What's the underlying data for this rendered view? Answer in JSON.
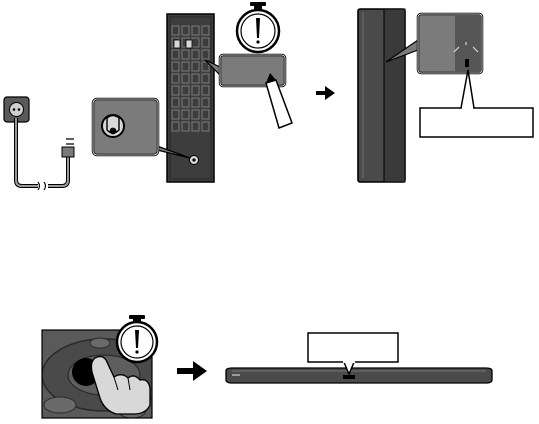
{
  "figure": {
    "steps": [
      {
        "id": "subwoofer-pairing",
        "components": [
          "power-outlet",
          "power-cable",
          "subwoofer-rear-panel",
          "id-set-button-callout",
          "pen-tip",
          "timer",
          "status-led-callout",
          "empty-label-box"
        ]
      },
      {
        "id": "soundbar-pairing",
        "components": [
          "remote-control",
          "finger-press",
          "timer",
          "soundbar",
          "soundbar-display",
          "empty-label-box"
        ]
      }
    ],
    "arrow_icon": "right-arrow-icon",
    "timer_icon": "stopwatch-icon",
    "colors": {
      "outline": "#000000",
      "device_dark": "#3c3c3c",
      "device_mid": "#5e5e5e",
      "panel_light": "#7b7b7b",
      "highlight": "#d8d8d8",
      "background": "#ffffff"
    }
  }
}
